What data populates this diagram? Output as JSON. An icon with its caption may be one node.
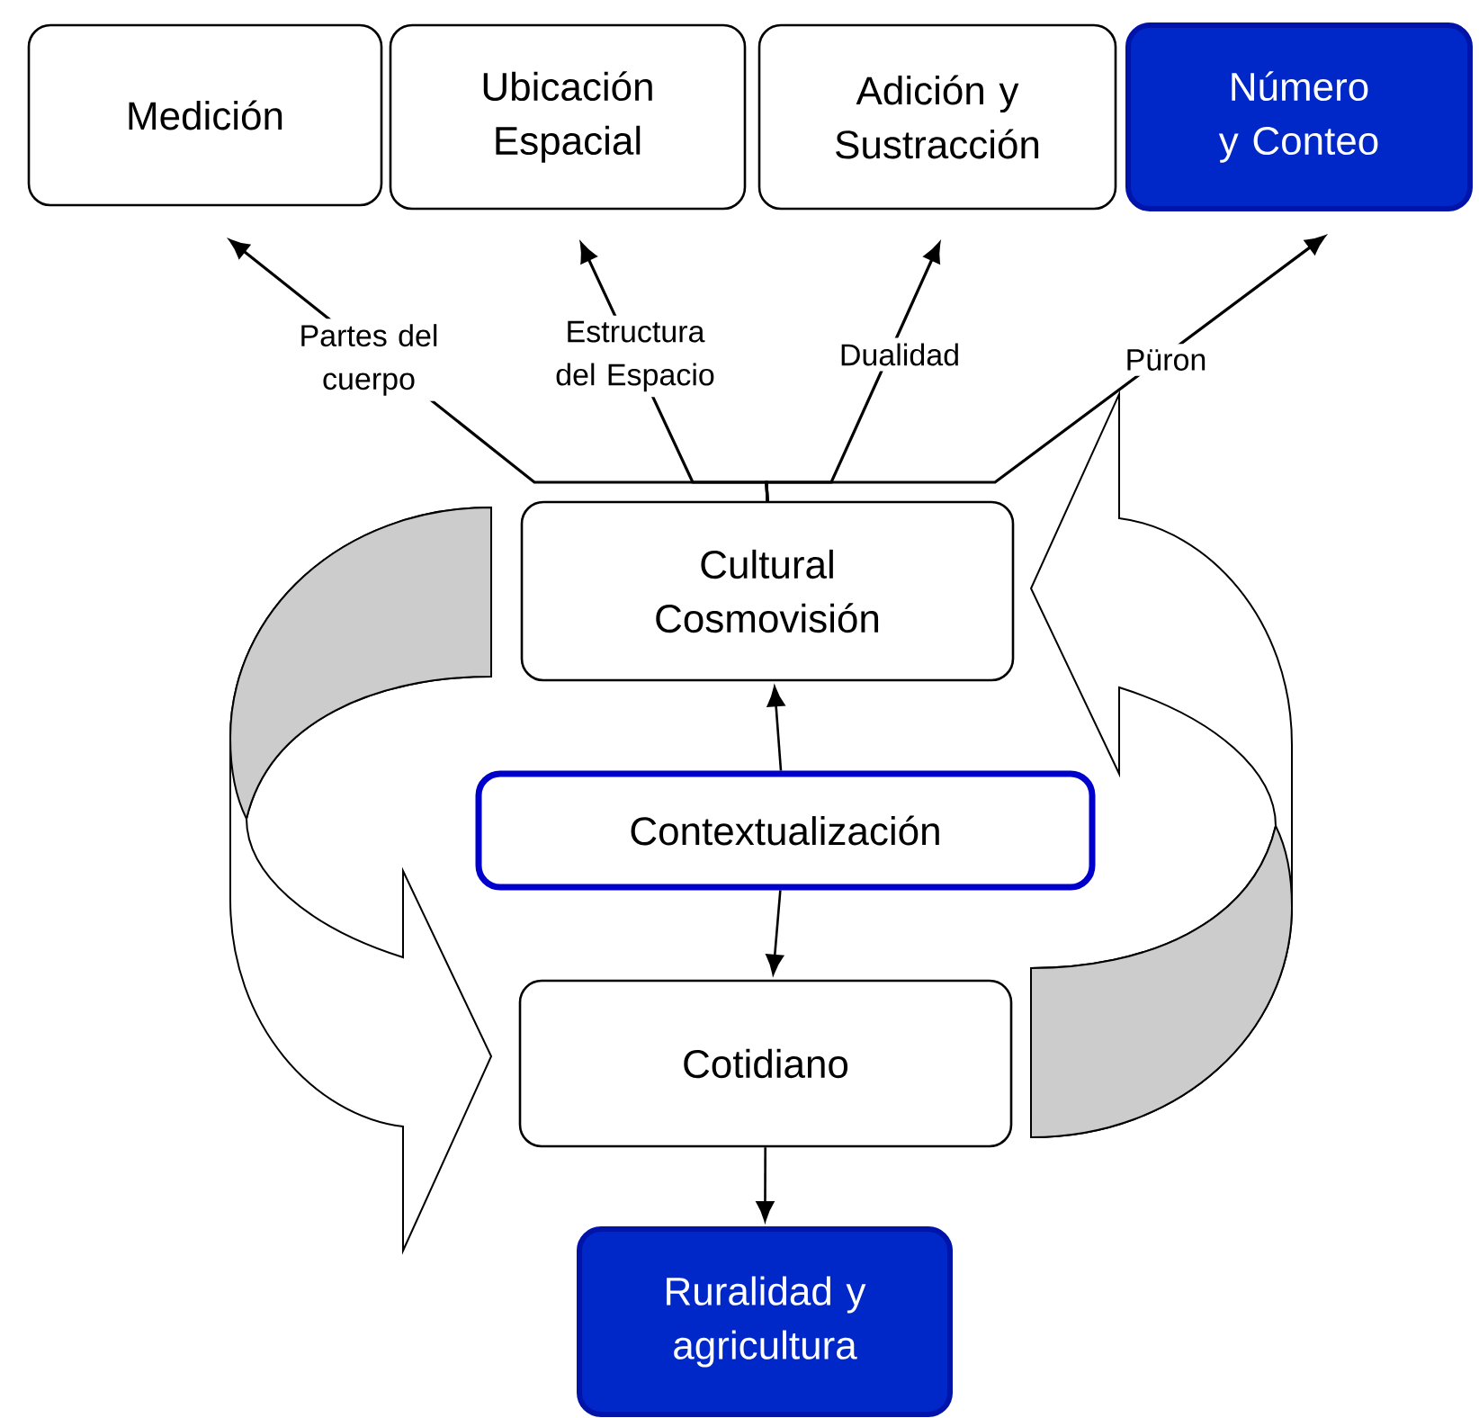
{
  "diagram": {
    "nodes": [
      {
        "text": [
          "Medición"
        ]
      },
      {
        "text": [
          "Ubicación Espacial"
        ]
      },
      {
        "text": [
          "Adición y Sustracción"
        ]
      },
      {
        "text": [
          "Número y Conteo"
        ]
      },
      {
        "text": [
          "Cultural Cosmovisión"
        ]
      },
      {
        "text": [
          "Contextualización"
        ]
      },
      {
        "text": [
          "Cotidiano"
        ]
      },
      {
        "text": [
          "Ruralidad y agricultura"
        ]
      }
    ],
    "edges": [
      {
        "from": 4,
        "to": 0,
        "arrow": "to",
        "label": "Partes del cuerpo"
      },
      {
        "from": 4,
        "to": 1,
        "arrow": "to",
        "label": "Estructura del Espacio"
      },
      {
        "from": 4,
        "to": 2,
        "arrow": "to",
        "label": "Dualidad"
      },
      {
        "from": 4,
        "to": 3,
        "arrow": "to",
        "label": "Püron"
      },
      {
        "from": 5,
        "to": 4,
        "arrow": "to"
      },
      {
        "from": 5,
        "to": 6,
        "arrow": "to"
      },
      {
        "from": 6,
        "to": 7,
        "arrow": "to"
      },
      {
        "from": 4,
        "to": 6,
        "arrow": "to",
        "style": "thick"
      },
      {
        "from": 6,
        "to": 4,
        "arrow": "to",
        "style": "thick"
      }
    ]
  }
}
